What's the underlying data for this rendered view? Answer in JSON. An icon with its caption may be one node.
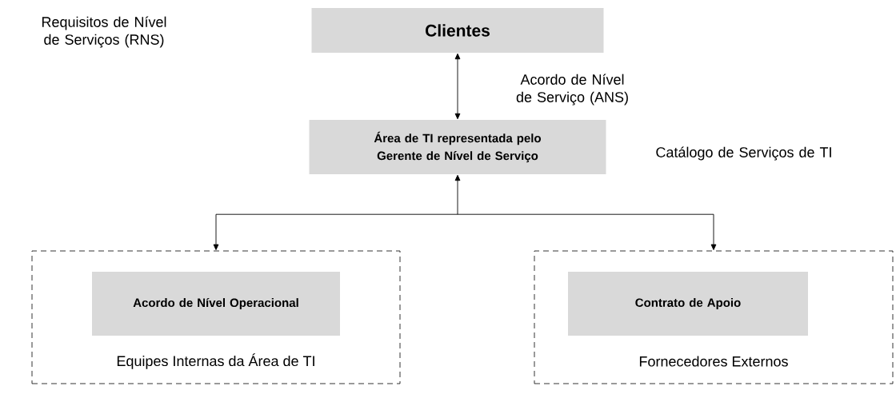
{
  "diagram": {
    "nodes": [
      {
        "text": [
          "Clientes"
        ]
      },
      {
        "text": [
          "Área de TI representada pelo Gerente de Nível de Serviço"
        ]
      },
      {
        "text": [
          "Equipes Internas da Área de TI"
        ]
      },
      {
        "text": [
          "Acordo de Nível Operacional"
        ],
        "in": 2
      },
      {
        "text": [
          "Fornecedores Externos"
        ]
      },
      {
        "text": [
          "Contrato de Apoio"
        ],
        "in": 4
      }
    ],
    "edges": [
      {
        "from": 0,
        "to": 1,
        "arrow": "both",
        "label": "Acordo de Nível de Serviço (ANS)"
      },
      {
        "from": 1,
        "to": 2,
        "arrow": "both"
      },
      {
        "from": 1,
        "to": 4,
        "arrow": "both"
      }
    ],
    "labels": [
      "Requisitos de Nível de Serviços (RNS)",
      "Catálogo de Serviços de TI"
    ]
  }
}
